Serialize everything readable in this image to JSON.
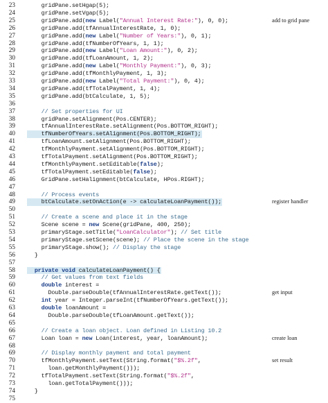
{
  "colors": {
    "keyword": "#1d3f8a",
    "string": "#b0308a",
    "comment": "#3b6c8f",
    "highlight": "#d6e9f3"
  },
  "lines": [
    {
      "n": "23",
      "indent": 4,
      "tokens": [
        [
          "t",
          "gridPane.setHgap(5);"
        ]
      ]
    },
    {
      "n": "24",
      "indent": 4,
      "tokens": [
        [
          "t",
          "gridPane.setVgap(5);"
        ]
      ]
    },
    {
      "n": "25",
      "indent": 4,
      "tokens": [
        [
          "t",
          "gridPane.add("
        ],
        [
          "k",
          "new"
        ],
        [
          "t",
          " Label("
        ],
        [
          "s",
          "\"Annual Interest Rate:\""
        ],
        [
          "t",
          "), 0, 0);"
        ]
      ],
      "annotation": "add to grid pane"
    },
    {
      "n": "26",
      "indent": 4,
      "tokens": [
        [
          "t",
          "gridPane.add(tfAnnualInterestRate, 1, 0);"
        ]
      ]
    },
    {
      "n": "27",
      "indent": 4,
      "tokens": [
        [
          "t",
          "gridPane.add("
        ],
        [
          "k",
          "new"
        ],
        [
          "t",
          " Label("
        ],
        [
          "s",
          "\"Number of Years:\""
        ],
        [
          "t",
          "), 0, 1);"
        ]
      ]
    },
    {
      "n": "28",
      "indent": 4,
      "tokens": [
        [
          "t",
          "gridPane.add(tfNumberOfYears, 1, 1);"
        ]
      ]
    },
    {
      "n": "29",
      "indent": 4,
      "tokens": [
        [
          "t",
          "gridPane.add("
        ],
        [
          "k",
          "new"
        ],
        [
          "t",
          " Label("
        ],
        [
          "s",
          "\"Loan Amount:\""
        ],
        [
          "t",
          "), 0, 2);"
        ]
      ]
    },
    {
      "n": "30",
      "indent": 4,
      "tokens": [
        [
          "t",
          "gridPane.add(tfLoanAmount, 1, 2);"
        ]
      ]
    },
    {
      "n": "31",
      "indent": 4,
      "tokens": [
        [
          "t",
          "gridPane.add("
        ],
        [
          "k",
          "new"
        ],
        [
          "t",
          " Label("
        ],
        [
          "s",
          "\"Monthly Payment:\""
        ],
        [
          "t",
          "), 0, 3);"
        ]
      ]
    },
    {
      "n": "32",
      "indent": 4,
      "tokens": [
        [
          "t",
          "gridPane.add(tfMonthlyPayment, 1, 3);"
        ]
      ]
    },
    {
      "n": "33",
      "indent": 4,
      "tokens": [
        [
          "t",
          "gridPane.add("
        ],
        [
          "k",
          "new"
        ],
        [
          "t",
          " Label("
        ],
        [
          "s",
          "\"Total Payment:\""
        ],
        [
          "t",
          "), 0, 4);"
        ]
      ]
    },
    {
      "n": "34",
      "indent": 4,
      "tokens": [
        [
          "t",
          "gridPane.add(tfTotalPayment, 1, 4);"
        ]
      ]
    },
    {
      "n": "35",
      "indent": 4,
      "tokens": [
        [
          "t",
          "gridPane.add(btCalculate, 1, 5);"
        ]
      ]
    },
    {
      "n": "36",
      "indent": 0,
      "tokens": []
    },
    {
      "n": "37",
      "indent": 4,
      "tokens": [
        [
          "c",
          "// Set properties for UI"
        ]
      ]
    },
    {
      "n": "38",
      "indent": 4,
      "tokens": [
        [
          "t",
          "gridPane.setAlignment(Pos.CENTER);"
        ]
      ]
    },
    {
      "n": "39",
      "indent": 4,
      "tokens": [
        [
          "t",
          "tfAnnualInterestRate.setAlignment(Pos.BOTTOM_RIGHT);"
        ]
      ]
    },
    {
      "n": "40",
      "indent": 4,
      "highlight": true,
      "tokens": [
        [
          "t",
          "tfNumberOfYears.setAlignment(Pos.BOTTOM_RIGHT);"
        ]
      ]
    },
    {
      "n": "41",
      "indent": 4,
      "tokens": [
        [
          "t",
          "tfLoanAmount.setAlignment(Pos.BOTTOM_RIGHT);"
        ]
      ]
    },
    {
      "n": "42",
      "indent": 4,
      "tokens": [
        [
          "t",
          "tfMonthlyPayment.setAlignment(Pos.BOTTOM_RIGHT);"
        ]
      ]
    },
    {
      "n": "43",
      "indent": 4,
      "tokens": [
        [
          "t",
          "tfTotalPayment.setAlignment(Pos.BOTTOM_RIGHT);"
        ]
      ]
    },
    {
      "n": "44",
      "indent": 4,
      "tokens": [
        [
          "t",
          "tfMonthlyPayment.setEditable("
        ],
        [
          "k",
          "false"
        ],
        [
          "t",
          ");"
        ]
      ]
    },
    {
      "n": "45",
      "indent": 4,
      "tokens": [
        [
          "t",
          "tfTotalPayment.setEditable("
        ],
        [
          "k",
          "false"
        ],
        [
          "t",
          ");"
        ]
      ]
    },
    {
      "n": "46",
      "indent": 4,
      "tokens": [
        [
          "t",
          "GridPane.setHalignment(btCalculate, HPos.RIGHT);"
        ]
      ]
    },
    {
      "n": "47",
      "indent": 0,
      "tokens": []
    },
    {
      "n": "48",
      "indent": 4,
      "tokens": [
        [
          "c",
          "// Process events"
        ]
      ]
    },
    {
      "n": "49",
      "indent": 4,
      "highlight": true,
      "tokens": [
        [
          "t",
          "btCalculate.setOnAction(e -> calculateLoanPayment());"
        ]
      ],
      "annotation": "register handler"
    },
    {
      "n": "50",
      "indent": 0,
      "tokens": []
    },
    {
      "n": "51",
      "indent": 4,
      "tokens": [
        [
          "c",
          "// Create a scene and place it in the stage"
        ]
      ]
    },
    {
      "n": "52",
      "indent": 4,
      "tokens": [
        [
          "t",
          "Scene scene = "
        ],
        [
          "k",
          "new"
        ],
        [
          "t",
          " Scene(gridPane, 400, 250);"
        ]
      ]
    },
    {
      "n": "53",
      "indent": 4,
      "tokens": [
        [
          "t",
          "primaryStage.setTitle("
        ],
        [
          "s",
          "\"LoanCalculator\""
        ],
        [
          "t",
          "); "
        ],
        [
          "c",
          "// Set title"
        ]
      ]
    },
    {
      "n": "54",
      "indent": 4,
      "tokens": [
        [
          "t",
          "primaryStage.setScene(scene); "
        ],
        [
          "c",
          "// Place the scene in the stage"
        ]
      ]
    },
    {
      "n": "55",
      "indent": 4,
      "tokens": [
        [
          "t",
          "primaryStage.show(); "
        ],
        [
          "c",
          "// Display the stage"
        ]
      ]
    },
    {
      "n": "56",
      "indent": 2,
      "tokens": [
        [
          "t",
          "}"
        ]
      ]
    },
    {
      "n": "57",
      "indent": 0,
      "tokens": []
    },
    {
      "n": "58",
      "indent": 2,
      "highlight": true,
      "tokens": [
        [
          "k",
          "private void"
        ],
        [
          "t",
          " calculateLoanPayment() {"
        ]
      ]
    },
    {
      "n": "59",
      "indent": 4,
      "tokens": [
        [
          "c",
          "// Get values from text fields"
        ]
      ]
    },
    {
      "n": "60",
      "indent": 4,
      "tokens": [
        [
          "k",
          "double"
        ],
        [
          "t",
          " interest ="
        ]
      ]
    },
    {
      "n": "61",
      "indent": 6,
      "tokens": [
        [
          "t",
          "Double.parseDouble(tfAnnualInterestRate.getText());"
        ]
      ],
      "annotation": "get input"
    },
    {
      "n": "62",
      "indent": 4,
      "tokens": [
        [
          "k",
          "int"
        ],
        [
          "t",
          " year = Integer.parseInt(tfNumberOfYears.getText());"
        ]
      ]
    },
    {
      "n": "63",
      "indent": 4,
      "tokens": [
        [
          "k",
          "double"
        ],
        [
          "t",
          " loanAmount ="
        ]
      ]
    },
    {
      "n": "64",
      "indent": 6,
      "tokens": [
        [
          "t",
          "Double.parseDouble(tfLoanAmount.getText());"
        ]
      ]
    },
    {
      "n": "65",
      "indent": 0,
      "tokens": []
    },
    {
      "n": "66",
      "indent": 4,
      "tokens": [
        [
          "c",
          "// Create a loan object. Loan defined in Listing 10.2"
        ]
      ]
    },
    {
      "n": "67",
      "indent": 4,
      "tokens": [
        [
          "t",
          "Loan loan = "
        ],
        [
          "k",
          "new"
        ],
        [
          "t",
          " Loan(interest, year, loanAmount);"
        ]
      ],
      "annotation": "create loan"
    },
    {
      "n": "68",
      "indent": 0,
      "tokens": []
    },
    {
      "n": "69",
      "indent": 4,
      "tokens": [
        [
          "c",
          "// Display monthly payment and total payment"
        ]
      ]
    },
    {
      "n": "70",
      "indent": 4,
      "tokens": [
        [
          "t",
          "tfMonthlyPayment.setText(String.format("
        ],
        [
          "s",
          "\"$%.2f\""
        ],
        [
          "t",
          ","
        ]
      ],
      "annotation": "set result"
    },
    {
      "n": "71",
      "indent": 6,
      "tokens": [
        [
          "t",
          "loan.getMonthlyPayment()));"
        ]
      ]
    },
    {
      "n": "72",
      "indent": 4,
      "tokens": [
        [
          "t",
          "tfTotalPayment.setText(String.format("
        ],
        [
          "s",
          "\"$%.2f\""
        ],
        [
          "t",
          ","
        ]
      ]
    },
    {
      "n": "73",
      "indent": 6,
      "tokens": [
        [
          "t",
          "loan.getTotalPayment()));"
        ]
      ]
    },
    {
      "n": "74",
      "indent": 2,
      "tokens": [
        [
          "t",
          "}"
        ]
      ]
    },
    {
      "n": "75",
      "indent": 0,
      "tokens": []
    }
  ]
}
